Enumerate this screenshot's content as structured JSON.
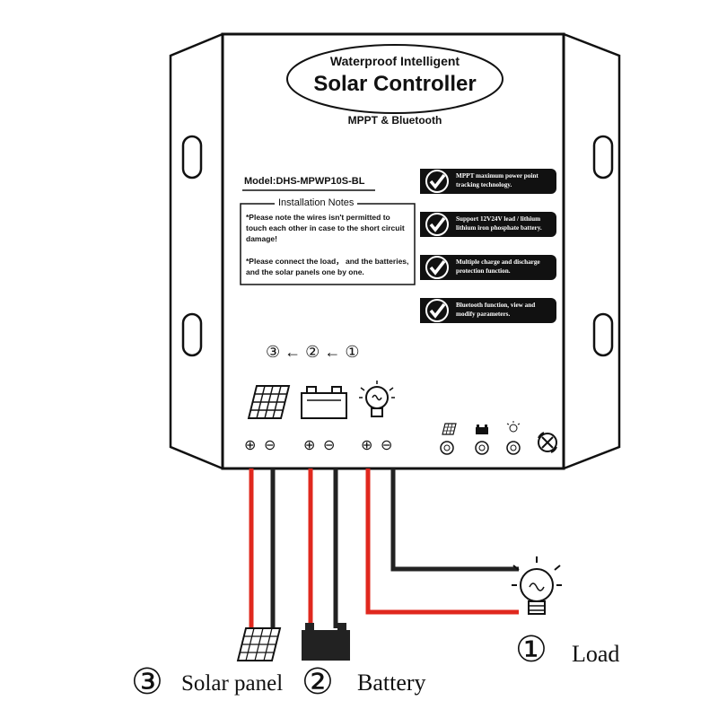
{
  "title": {
    "line1": "Waterproof Intelligent",
    "line2": "Solar Controller",
    "subtitle": "MPPT & Bluetooth"
  },
  "model": "Model:DHS-MPWP10S-BL",
  "installation_notes": {
    "heading": "Installation Notes",
    "note1": "*Please note the wires isn't permitted to touch each other in case to the short circuit damage!",
    "note2": "*Please connect the load， and the batteries, and the solar panels one by one."
  },
  "features": [
    "MPPT maximum power point tracking technology.",
    "Support 12V24V lead / lithium lithium iron phosphate battery.",
    "Multiple charge and discharge protection function.",
    "Bluetooth function, view and modify parameters."
  ],
  "sequence": {
    "n3": "③",
    "n2": "②",
    "n1": "①",
    "arrow": "←"
  },
  "terminals": {
    "plus": "⊕",
    "minus": "⊖"
  },
  "labels": {
    "load_num": "①",
    "load": "Load",
    "battery_num": "②",
    "battery": "Battery",
    "solar_num": "③",
    "solar": "Solar panel"
  },
  "colors": {
    "wire_red": "#e0281e",
    "wire_black": "#222222",
    "outline": "#111111"
  }
}
